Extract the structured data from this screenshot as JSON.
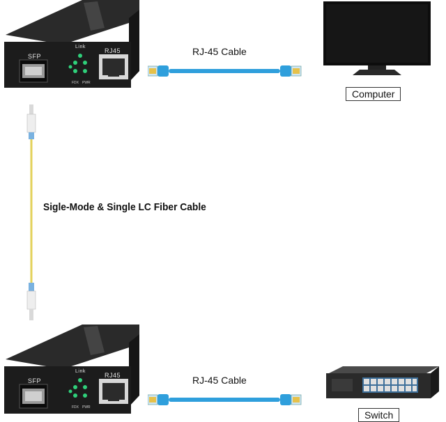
{
  "converter": {
    "sfp_label": "SFP",
    "link_label": "Link",
    "rj45_label": "RJ45",
    "fdx_label": "FDX",
    "pwr_label": "PWR"
  },
  "top": {
    "cable_label": "RJ-45 Cable",
    "device_label": "Computer"
  },
  "fiber": {
    "label": "Sigle-Mode & Single LC Fiber Cable"
  },
  "bottom": {
    "cable_label": "RJ-45 Cable",
    "device_label": "Switch"
  },
  "colors": {
    "converter_body": "#1c1c1c",
    "led": "#2fd07a",
    "ethernet_cable": "#2f9fdc",
    "fiber_cable": "#e3d25a"
  }
}
